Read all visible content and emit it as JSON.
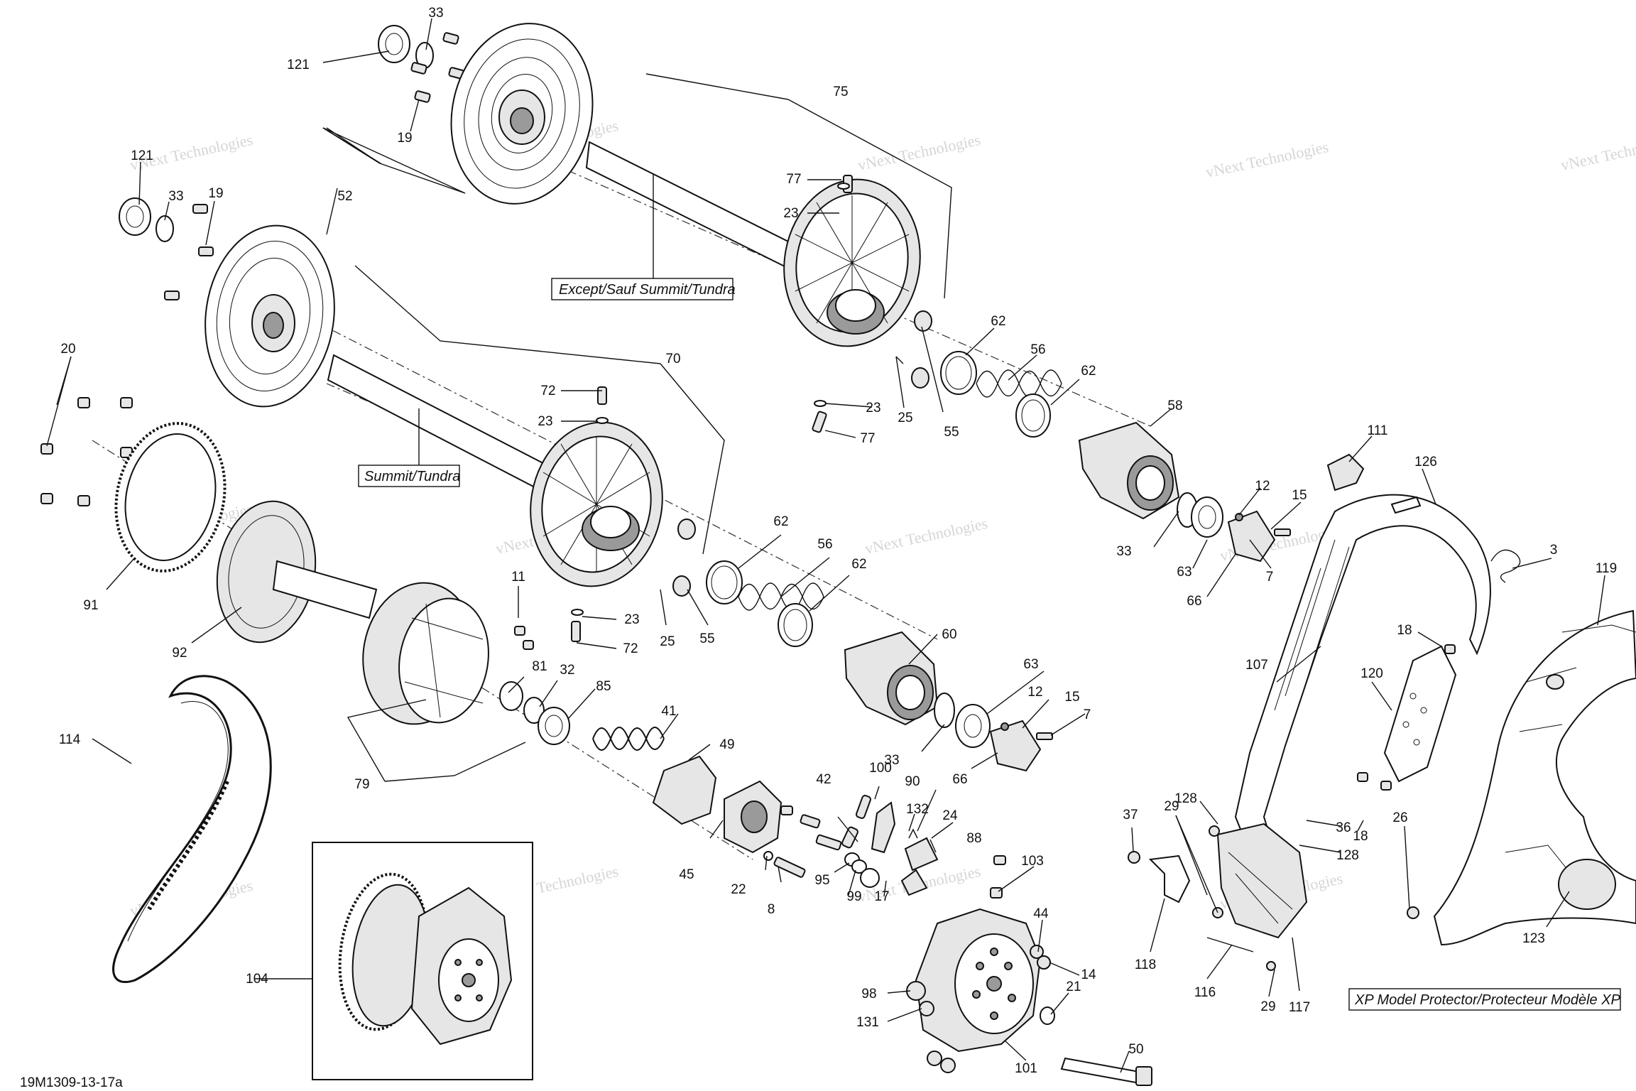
{
  "diagram": {
    "drawing_code": "19M1309-13-17a",
    "labels": {
      "except": "Except/Sauf Summit/Tundra",
      "summit": "Summit/Tundra",
      "xp": "XP Model Protector/Protecteur Modèle XP"
    },
    "watermark": "vNext Technologies",
    "callouts": {
      "c33a": "33",
      "c121a": "121",
      "c19a": "19",
      "c121b": "121",
      "c33b": "33",
      "c19b": "19",
      "c52": "52",
      "c75": "75",
      "c77a": "77",
      "c23a": "23",
      "c62a": "62",
      "c56a": "56",
      "c62b": "62",
      "c23b": "23",
      "c25a": "25",
      "c55a": "55",
      "c77b": "77",
      "c58": "58",
      "c20": "20",
      "c70": "70",
      "c72a": "72",
      "c23c": "23",
      "c111": "111",
      "c126": "126",
      "c12a": "12",
      "c15a": "15",
      "c33c": "33",
      "c63a": "63",
      "c7a": "7",
      "c66a": "66",
      "c62c": "62",
      "c56b": "56",
      "c62d": "62",
      "c91": "91",
      "c92": "92",
      "c11": "11",
      "c23d": "23",
      "c25b": "25",
      "c55b": "55",
      "c72b": "72",
      "c3": "3",
      "c119": "119",
      "c18a": "18",
      "c120": "120",
      "c60": "60",
      "c63b": "63",
      "c12b": "12",
      "c15b": "15",
      "c7b": "7",
      "c33d": "33",
      "c66b": "66",
      "c107": "107",
      "c81": "81",
      "c32": "32",
      "c85": "85",
      "c114": "114",
      "c41": "41",
      "c49": "49",
      "c79": "79",
      "c100": "100",
      "c42": "42",
      "c90": "90",
      "c132": "132",
      "c24": "24",
      "c88": "88",
      "c128a": "128",
      "c36": "36",
      "c128b": "128",
      "c18b": "18",
      "c37": "37",
      "c29a": "29",
      "c26": "26",
      "c103": "103",
      "c45": "45",
      "c22": "22",
      "c8": "8",
      "c95": "95",
      "c99": "99",
      "c17": "17",
      "c44": "44",
      "c14": "14",
      "c123": "123",
      "c118": "118",
      "c116": "116",
      "c29b": "29",
      "c117": "117",
      "c104": "104",
      "c98": "98",
      "c131": "131",
      "c21": "21",
      "c50": "50",
      "c101": "101"
    }
  }
}
